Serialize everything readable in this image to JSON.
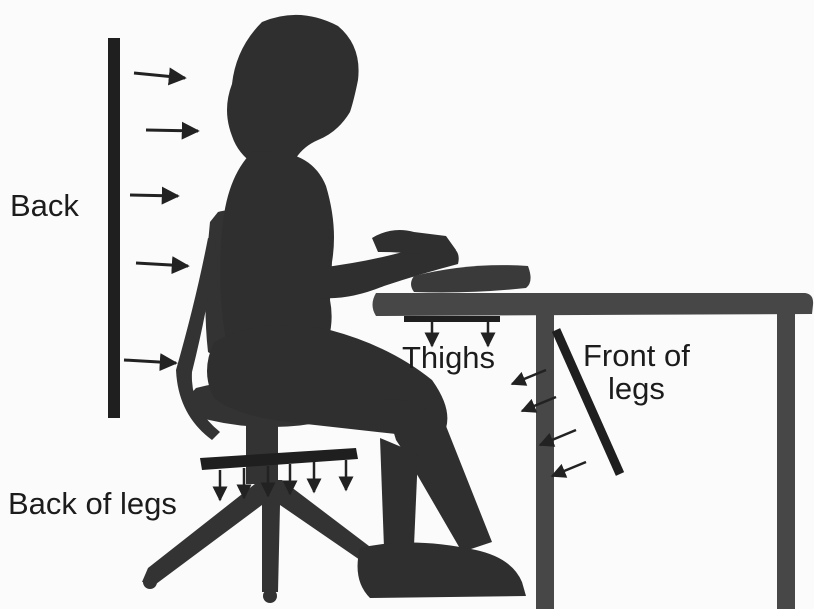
{
  "labels": {
    "back": "Back",
    "thighs": "Thighs",
    "front_line1": "Front of",
    "front_line2": "legs",
    "back_of_legs": "Back of legs"
  },
  "colors": {
    "silhouette": "#2f2f2f",
    "furniture": "#474747",
    "pressure_bar": "#1f1f1f",
    "text": "#1c1c1c",
    "background": "#fbfbfb"
  }
}
